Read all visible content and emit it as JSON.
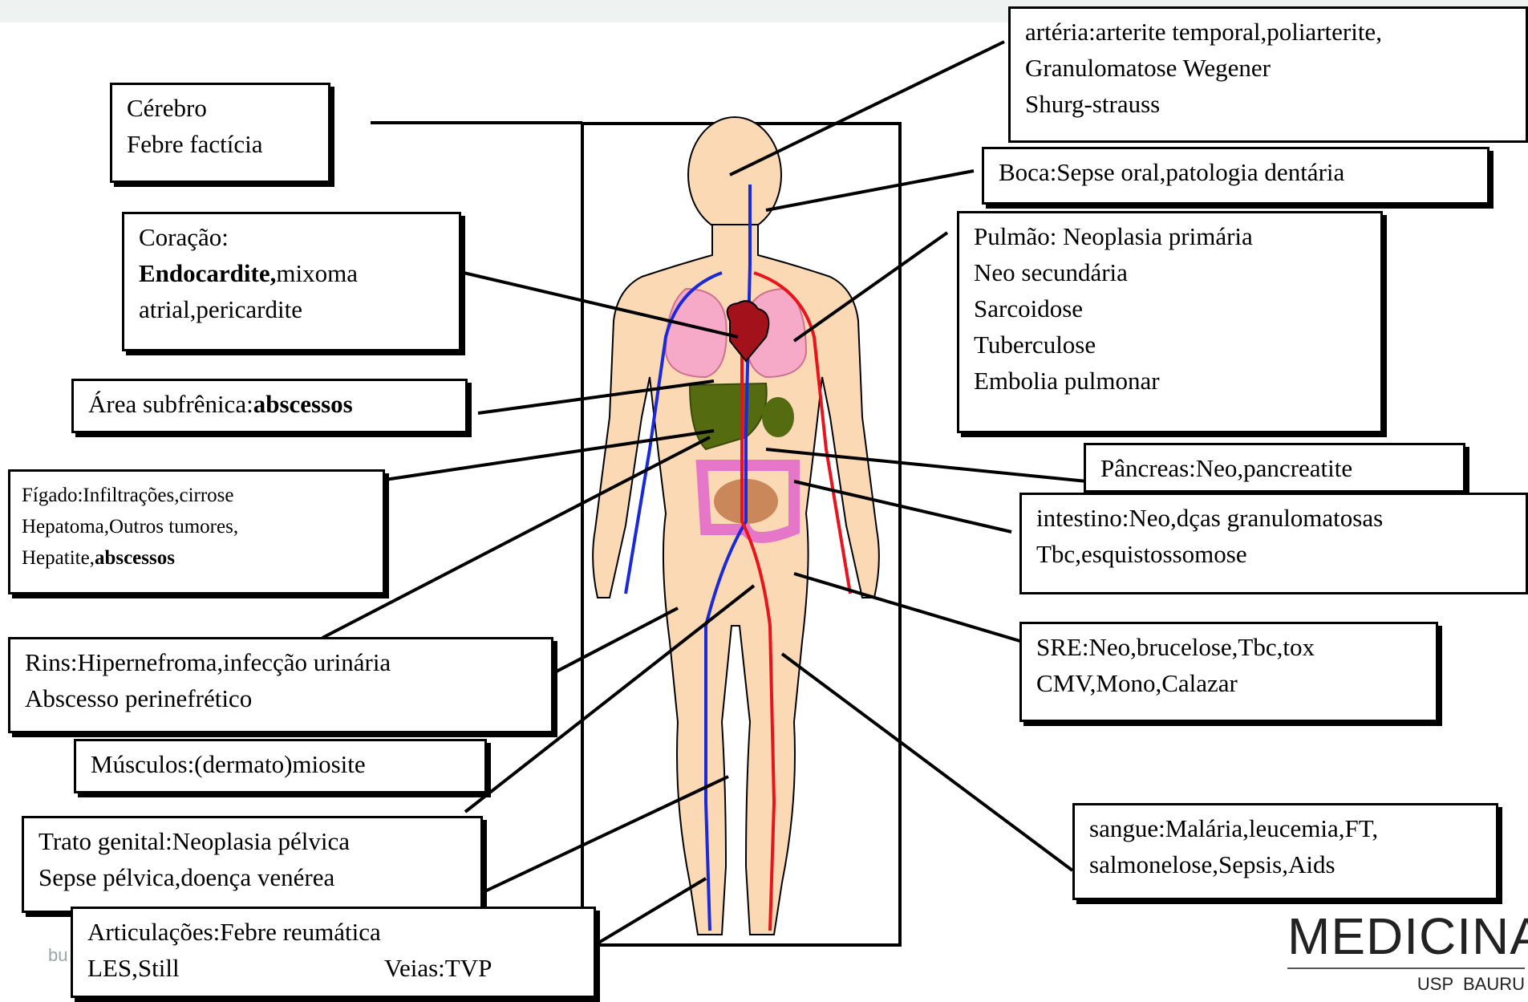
{
  "boxes": {
    "cerebro": {
      "line1": "Cérebro",
      "line2": "Febre factícia"
    },
    "coracao": {
      "line1": "Coração:",
      "line2_bold": "Endocardite,",
      "line2_rest": "mixoma",
      "line3": "atrial,pericardite"
    },
    "subfrenica": {
      "text": "Área subfrênica:",
      "bold": "abscessos"
    },
    "figado": {
      "line1": "Fígado:Infiltrações,cirrose",
      "line2": "Hepatoma,Outros tumores,",
      "line3": "Hepatite,",
      "line3_bold": "abscessos"
    },
    "rins": {
      "line1": "Rins:Hipernefroma,infecção urinária",
      "line2": "Abscesso perinefrético"
    },
    "musculos": {
      "text": "Músculos:(dermato)miosite"
    },
    "genital": {
      "line1": "Trato genital:Neoplasia pélvica",
      "line2": "Sepse pélvica,doença venérea"
    },
    "articulacoes": {
      "line1": "Articulações:Febre reumática",
      "line2_left": "LES,Still",
      "line2_right": "Veias:TVP"
    },
    "arteria": {
      "line1": "artéria:arterite temporal,poliarterite,",
      "line2": "Granulomatose Wegener",
      "line3": "Shurg-strauss"
    },
    "boca": {
      "text": "Boca:Sepse oral,patologia dentária"
    },
    "pulmao": {
      "line1": "Pulmão: Neoplasia  primária",
      "line2": "Neo secundária",
      "line3": "Sarcoidose",
      "line4": "Tuberculose",
      "line5": "Embolia pulmonar"
    },
    "pancreas": {
      "text": "Pâncreas:Neo,pancreatite"
    },
    "intestino": {
      "line1": "intestino:Neo,dças granulomatosas",
      "line2": "Tbc,esquistossomose"
    },
    "sre": {
      "line1": "SRE:Neo,brucelose,Tbc,tox",
      "line2": "CMV,Mono,Calazar"
    },
    "sangue": {
      "line1": "sangue:Malária,leucemia,FT,",
      "line2": "salmonelose,Sepsis,Aids"
    }
  },
  "footer": {
    "left_text": "bu"
  },
  "logo": {
    "main": "MEDICINA",
    "sub": "USP  BAURU"
  },
  "colors": {
    "vein": "#1a2ad8",
    "artery": "#e8141b",
    "skin": "#fbd9b5",
    "liver": "#556b10",
    "lungs": "#f7aac7",
    "intestine": "#e676c8",
    "heart": "#a3121a"
  }
}
